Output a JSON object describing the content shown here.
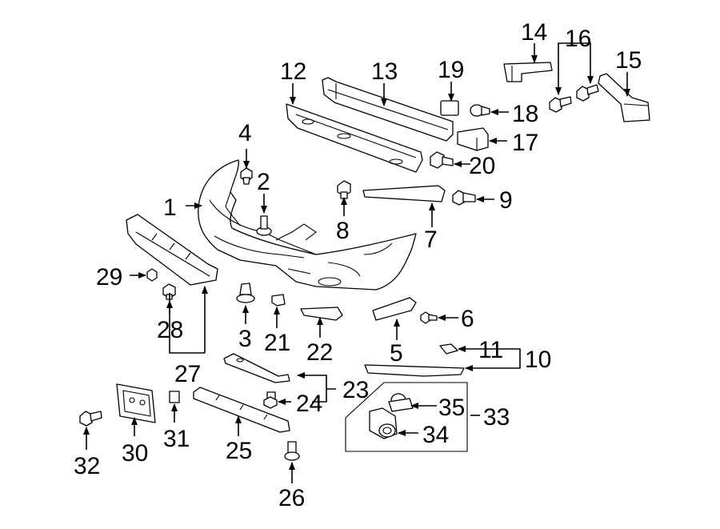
{
  "callouts": {
    "c1": "1",
    "c2": "2",
    "c3": "3",
    "c4": "4",
    "c5": "5",
    "c6": "6",
    "c7": "7",
    "c8": "8",
    "c9": "9",
    "c10": "10",
    "c11": "11",
    "c12": "12",
    "c13": "13",
    "c14": "14",
    "c15": "15",
    "c16": "16",
    "c17": "17",
    "c18": "18",
    "c19": "19",
    "c20": "20",
    "c21": "21",
    "c22": "22",
    "c23": "23",
    "c24": "24",
    "c25": "25",
    "c26": "26",
    "c27": "27",
    "c28": "28",
    "c29": "29",
    "c30": "30",
    "c31": "31",
    "c32": "32",
    "c33": "33",
    "c34": "34",
    "c35": "35"
  },
  "parts": [
    "bumper-cover",
    "push-pin-clip",
    "retainer-clip",
    "bolt",
    "side-bracket",
    "bolt",
    "bracket-strip",
    "bolt",
    "bolt",
    "trim-molding",
    "clip",
    "energy-absorber",
    "reinforcement-bar",
    "nut-clip",
    "bracket",
    "bracket",
    "bracket",
    "push-clip",
    "nut",
    "bolt",
    "clip",
    "side-bracket",
    "bracket",
    "bolt",
    "absorber-strip",
    "push-pin",
    "bracket-assembly",
    "bolt",
    "nut",
    "license-bracket",
    "clip",
    "bolt",
    "parking-sensor-kit",
    "parking-sensor",
    "sensor-retainer"
  ]
}
